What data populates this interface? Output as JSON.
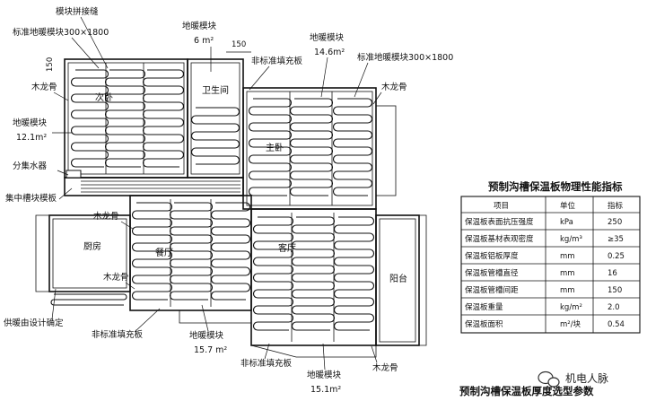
{
  "labels": {
    "module_seam": "模块拼接缝",
    "std_module_top_left": "标准地暖模块300×1800",
    "std_module_top_right": "标准地暖模块300×1800",
    "module_6": "地暖模块",
    "module_6_area": "6 m²",
    "dim_150_top": "150",
    "dim_150_left": "150",
    "nonstd_filler_top": "非标准填充板",
    "module_14_6": "地暖模块",
    "module_14_6_area": "14.6m²",
    "keel_top_right": "木龙骨",
    "keel_left": "木龙骨",
    "module_12_1": "地暖模块",
    "module_12_1_area": "12.1m²",
    "manifold": "分集水器",
    "central_slot": "集中槽块模板",
    "keel_mid": "木龙骨",
    "keel_mid2": "木龙骨",
    "design_note": "供暖由设计确定",
    "nonstd_filler_mid": "非标准填充板",
    "module_15_7": "地暖模块",
    "module_15_7_area": "15.7 m²",
    "nonstd_filler_bot": "非标准填充板",
    "module_15_1": "地暖模块",
    "module_15_1_area": "15.1m²",
    "keel_bottom": "木龙骨",
    "bottom_caption": "预制沟槽保温板厚度选型参数",
    "watermark": "机电人脉"
  },
  "rooms": {
    "bedroom2": "次卧",
    "bathroom": "卫生间",
    "master": "主卧",
    "kitchen": "厨房",
    "dining": "餐厅",
    "living": "客厅",
    "balcony": "阳台"
  },
  "table": {
    "title": "预制沟槽保温板物理性能指标",
    "headers": [
      "项目",
      "单位",
      "指标"
    ],
    "rows": [
      [
        "保温板表面抗压强度",
        "kPa",
        "250"
      ],
      [
        "保温板基材表观密度",
        "kg/m³",
        "≥35"
      ],
      [
        "保温板铝板厚度",
        "mm",
        "0.25"
      ],
      [
        "保温板管槽直径",
        "mm",
        "16"
      ],
      [
        "保温板管槽间距",
        "mm",
        "150"
      ],
      [
        "保温板重量",
        "kg/m²",
        "2.0"
      ],
      [
        "保温板面积",
        "m²/块",
        "0.54"
      ]
    ]
  },
  "icons": {
    "watermark": "wechat-bubble-icon"
  }
}
